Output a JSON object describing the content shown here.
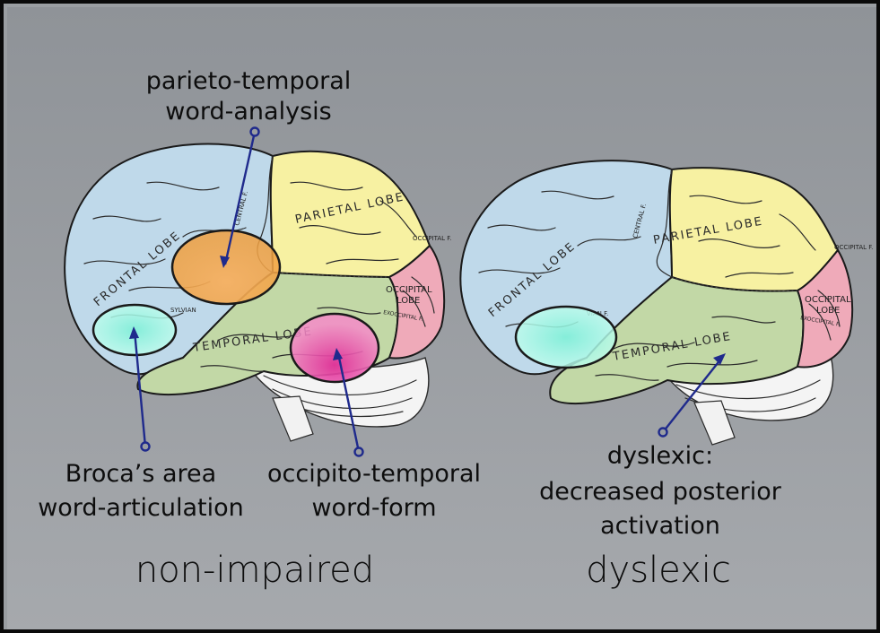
{
  "labels": {
    "parieto_temporal": [
      "parieto-temporal",
      "word-analysis"
    ],
    "broca": [
      "Broca’s area",
      "word-articulation"
    ],
    "occipito_temporal": [
      "occipito-temporal",
      "word-form"
    ],
    "dyslexic_note": [
      "dyslexic:",
      "decreased posterior",
      "activation"
    ]
  },
  "panel_titles": {
    "left": "non-impaired",
    "right": "dyslexic"
  },
  "brain_labels": {
    "left": {
      "frontal": "FRONTAL LOBE",
      "parietal": "PARIETAL LOBE",
      "temporal": "TEMPORAL LOBE",
      "occipital_line1": "OCCIPITAL",
      "occipital_line2": "LOBE",
      "central": "CENTRAL F.",
      "sylvian": "SYLVIAN",
      "occipital_f": "OCCIPITAL F.",
      "exoccipital": "EXOCCIPITAL F."
    },
    "right": {
      "frontal": "FRONTAL LOBE",
      "parietal": "PARIETAL LOBE",
      "temporal": "TEMPORAL LOBE",
      "occipital_line1": "OCCIPITAL",
      "occipital_line2": "LOBE",
      "central": "CENTRAL F.",
      "sylvian": "VIAN F.",
      "occipital_f": "OCCIPITAL F.",
      "exoccipital": "EXOCCIPITAL F."
    }
  },
  "colors": {
    "background": "#9a9ea2",
    "frontal": "#bfd9ea",
    "parietal": "#f7f1a2",
    "temporal": "#c2d8a6",
    "occipital": "#efaab9",
    "highlight_parieto": "#f0a040",
    "highlight_broca": "#9ff0dc",
    "highlight_occipito": "#f060b4",
    "pointer": "#1f2a8c"
  }
}
